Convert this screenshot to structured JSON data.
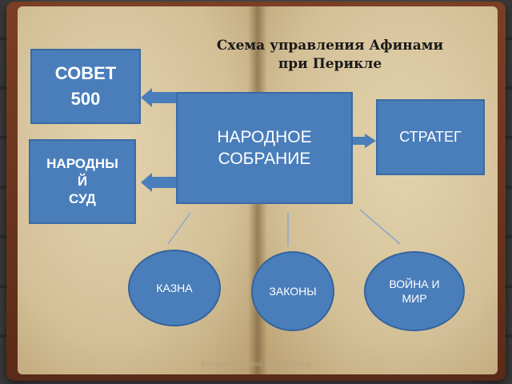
{
  "title_line1": "Схема управления Афинами",
  "title_line2": "при Перикле",
  "nodes": {
    "sovet": {
      "line1": "СОВЕТ",
      "line2": "500"
    },
    "sud": {
      "line1": "НАРОДНЫ",
      "line2": "Й",
      "line3": "СУД"
    },
    "sobranie": {
      "line1": "НАРОДНОЕ",
      "line2": "СОБРАНИЕ"
    },
    "strateg": {
      "label": "СТРАТЕГ"
    },
    "kazna": {
      "label": "КАЗНА"
    },
    "zakony": {
      "label": "ЗАКОНЫ"
    },
    "voyna": {
      "line1": "ВОЙНА И",
      "line2": "МИР"
    }
  },
  "footer": "Бочарова Ирина Михайловна",
  "colors": {
    "box_fill": "#4a7ebb",
    "text": "#ffffff"
  }
}
